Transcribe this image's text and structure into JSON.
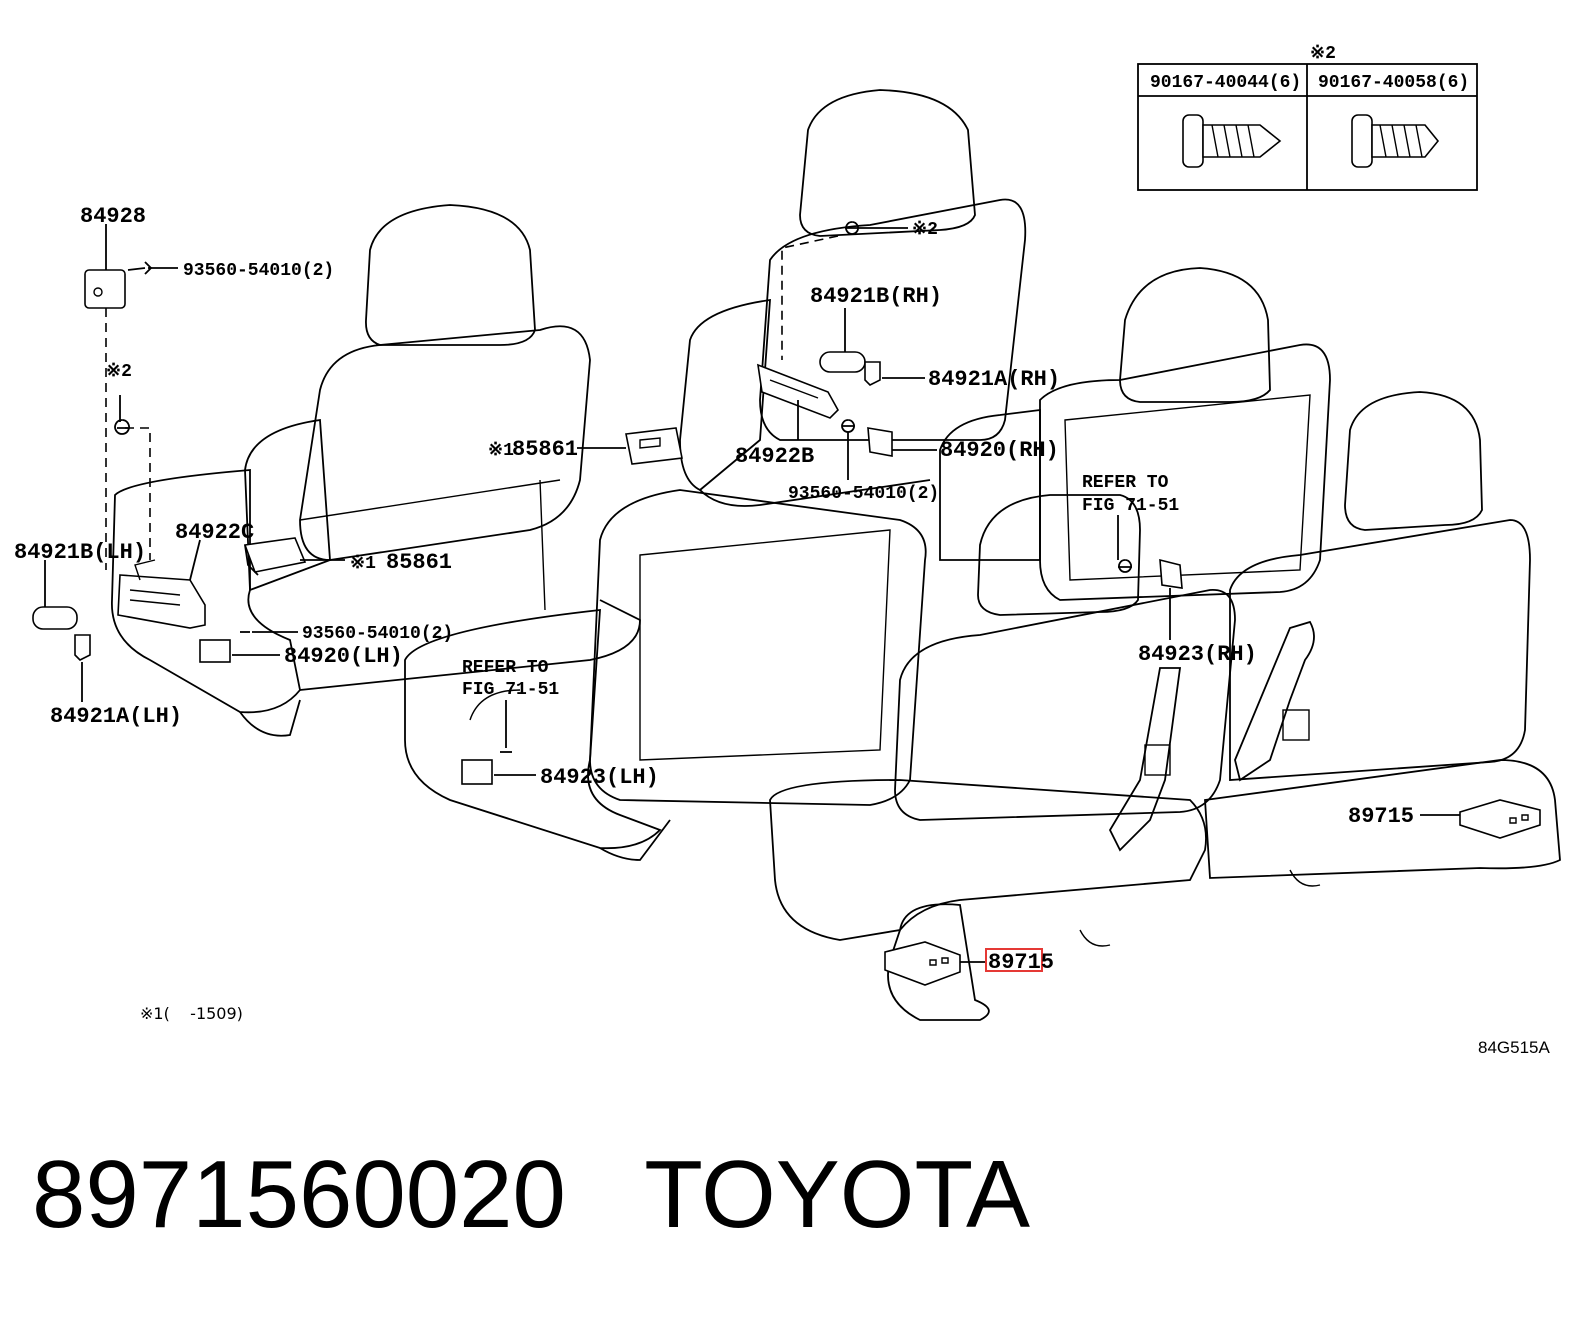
{
  "callouts": {
    "p84928": "84928",
    "bolt_93560_a": "93560-54010(2)",
    "ref2_a": "※2",
    "p84922C": "84922C",
    "p84921B_LH": "84921B(LH)",
    "p85861_lh_prefix": "※1",
    "p85861_lh": "85861",
    "bolt_93560_b": "93560-54010(2)",
    "p84920_LH": "84920(LH)",
    "p84921A_LH": "84921A(LH)",
    "refer_lh_1": "REFER TO",
    "refer_lh_2": "FIG 71-51",
    "p84923_LH": "84923(LH)",
    "p85861_mid_prefix": "※1",
    "p85861_mid": "85861",
    "ref2_b": "※2",
    "p84921B_RH": "84921B(RH)",
    "p84921A_RH": "84921A(RH)",
    "p84922B": "84922B",
    "p84920_RH": "84920(RH)",
    "bolt_93560_c": "93560-54010(2)",
    "refer_rh_1": "REFER TO",
    "refer_rh_2": "FIG 71-51",
    "p84923_RH": "84923(RH)",
    "p89715_right": "89715",
    "p89715_highlight": "89715"
  },
  "fastener_table": {
    "header_ref": "※2",
    "col1": "90167-40044(6)",
    "col2": "90167-40058(6)"
  },
  "footnote": "※1(    -1509)",
  "figure_code": "84G515A",
  "part_number": "8971560020",
  "brand": "TOYOTA",
  "colors": {
    "highlight": "#e53935",
    "ink": "#000000"
  }
}
